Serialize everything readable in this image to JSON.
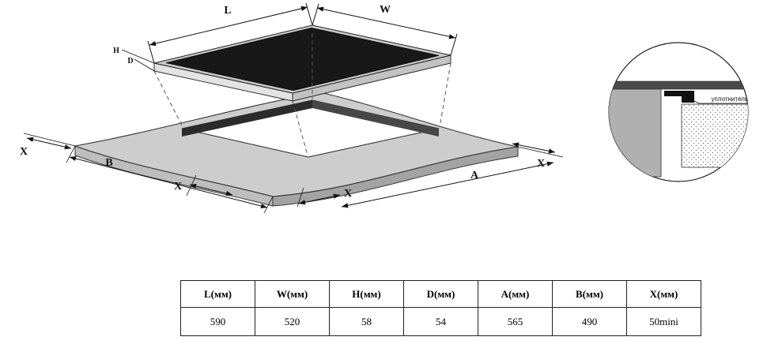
{
  "diagram": {
    "dims": {
      "L": "L",
      "W": "W",
      "H": "H",
      "D": "D",
      "A": "A",
      "B": "B"
    },
    "x_labels": [
      "X",
      "X",
      "X",
      "X"
    ],
    "detail": {
      "seal_label": "уплотнитель"
    }
  },
  "table": {
    "headers": [
      "L(мм)",
      "W(мм)",
      "H(мм)",
      "D(мм)",
      "A(мм)",
      "B(мм)",
      "X(мм)"
    ],
    "values": [
      "590",
      "520",
      "58",
      "54",
      "565",
      "490",
      "50mini"
    ]
  }
}
